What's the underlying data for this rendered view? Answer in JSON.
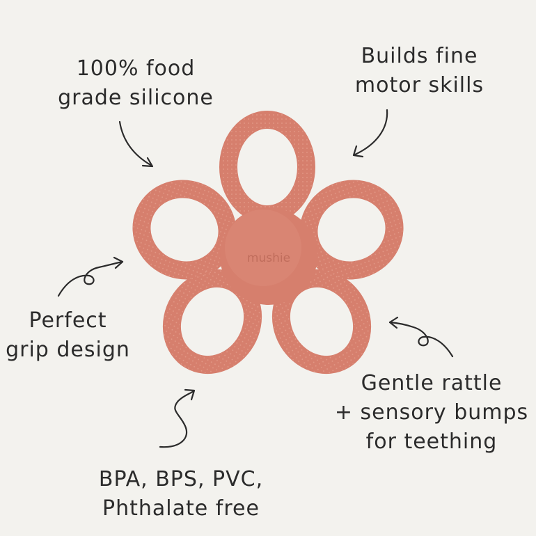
{
  "product": {
    "brand_mark": "mushie",
    "color": "#d67f6d",
    "shadow_color": "#c06d5c",
    "icon": "flower-teether"
  },
  "callouts": {
    "food_grade": [
      "100% food",
      "grade silicone"
    ],
    "motor_skills": [
      "Builds fine",
      "motor skills"
    ],
    "grip": [
      "Perfect",
      "grip design"
    ],
    "rattle": [
      "Gentle rattle",
      "+ sensory bumps",
      "for teething"
    ],
    "bpa": [
      "BPA, BPS, PVC,",
      "Phthalate free"
    ]
  },
  "colors": {
    "background": "#f3f2ee",
    "text": "#2b2b2b"
  }
}
